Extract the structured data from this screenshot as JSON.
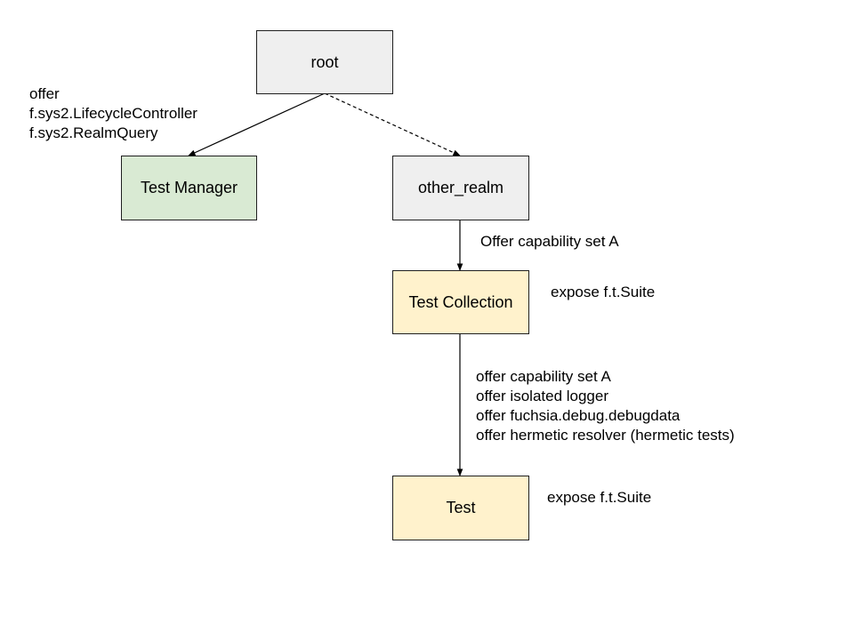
{
  "nodes": {
    "root": {
      "label": "root",
      "fill": "#efefef"
    },
    "test_manager": {
      "label": "Test Manager",
      "fill": "#d9ead3"
    },
    "other_realm": {
      "label": "other_realm",
      "fill": "#efefef"
    },
    "test_collection": {
      "label": "Test Collection",
      "fill": "#fff2cc"
    },
    "test": {
      "label": "Test",
      "fill": "#fff2cc"
    }
  },
  "labels": {
    "root_offer": {
      "lines": [
        "offer",
        "f.sys2.LifecycleController",
        "f.sys2.RealmQuery"
      ]
    },
    "other_realm_offer": {
      "text": "Offer capability set A"
    },
    "collection_expose": {
      "text": "expose f.t.Suite"
    },
    "collection_offer": {
      "lines": [
        "offer capability set A",
        "offer isolated logger",
        "offer fuchsia.debug.debugdata",
        "offer hermetic resolver (hermetic tests)"
      ]
    },
    "test_expose": {
      "text": "expose f.t.Suite"
    }
  },
  "colors": {
    "border": "#1f1f1f",
    "edge": "#000000"
  }
}
